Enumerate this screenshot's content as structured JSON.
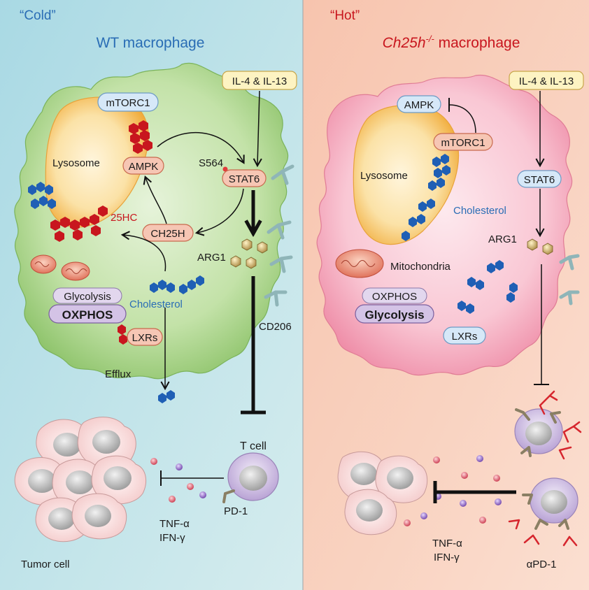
{
  "left_panel": {
    "state_label": "“Cold”",
    "title": "WT macrophage",
    "cytokines": "IL-4 & IL-13",
    "mtorc1": "mTORC1",
    "lysosome": "Lysosome",
    "ampk": "AMPK",
    "s564": "S564",
    "stat6": "STAT6",
    "hc25": "25HC",
    "ch25h": "CH25H",
    "arg1": "ARG1",
    "glycolysis": "Glycolysis",
    "oxphos": "OXPHOS",
    "cholesterol": "Cholesterol",
    "lxrs": "LXRs",
    "cd206": "CD206",
    "efflux": "Efflux",
    "t_cell": "T cell",
    "pd1": "PD-1",
    "tnf": "TNF-α",
    "ifn": "IFN-γ",
    "tumor_cell": "Tumor cell"
  },
  "right_panel": {
    "state_label": "“Hot”",
    "title_gene": "Ch25h",
    "title_sup": "-/-",
    "title_rest": " macrophage",
    "cytokines": "IL-4 & IL-13",
    "ampk": "AMPK",
    "mtorc1": "mTORC1",
    "lysosome": "Lysosome",
    "stat6": "STAT6",
    "cholesterol": "Cholesterol",
    "arg1": "ARG1",
    "mitochondria": "Mitochondria",
    "oxphos": "OXPHOS",
    "glycolysis": "Glycolysis",
    "lxrs": "LXRs",
    "tnf": "TNF-α",
    "ifn": "IFN-γ",
    "apd1": "αPD-1"
  },
  "colors": {
    "left_bg": "#bfe3ea",
    "right_bg": "#f8c9b3",
    "cell_green": "#a8d38a",
    "cell_pink": "#f5a9bd",
    "lysosome": "#f7c871",
    "title_blue": "#2a6db5",
    "title_red": "#c8161e",
    "cholesterol_blue": "#1f5fb5",
    "hc_red": "#c8161e",
    "arg1_dot": "#c9a96a",
    "tcell_purple": "#c8b6dc"
  }
}
